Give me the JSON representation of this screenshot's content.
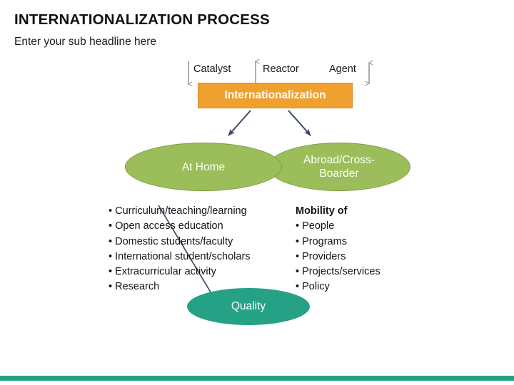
{
  "slide": {
    "title": "INTERNATIONALIZATION PROCESS",
    "subtitle": "Enter your sub headline here",
    "background_color": "#FFFFFF"
  },
  "connectors": {
    "catalyst": {
      "label": "Catalyst",
      "arrow": "down-arrow-icon"
    },
    "reactor": {
      "label": "Reactor",
      "arrow": "up-arrow-icon"
    },
    "agent": {
      "label": "Agent",
      "arrow": "up-down-arrow-icon"
    }
  },
  "central_box": {
    "label": "Internationalization",
    "fill_color": "#F0A02E",
    "border_color": "#D88C20",
    "text_color": "#FFFFFF"
  },
  "ellipses": {
    "at_home": {
      "label": "At Home",
      "fill_color": "#9BBE5A",
      "border_color": "#7D9E43"
    },
    "abroad": {
      "label_line1": "Abroad/Cross-",
      "label_line2": "Boarder",
      "fill_color": "#9BBE5A",
      "border_color": "#7D9E43"
    },
    "quality": {
      "label": "Quality",
      "fill_color": "#25A186"
    }
  },
  "left_column": {
    "items": [
      "• Curriculum/teaching/learning",
      "• Open access education",
      "• Domestic students/faculty",
      "• International student/scholars",
      "• Extracurricular activity",
      "• Research"
    ]
  },
  "right_column": {
    "heading": "Mobility of",
    "items": [
      "• People",
      "• Programs",
      "• Providers",
      "• Projects/services",
      "• Policy"
    ]
  },
  "accent_bar": {
    "color": "#25A186"
  }
}
